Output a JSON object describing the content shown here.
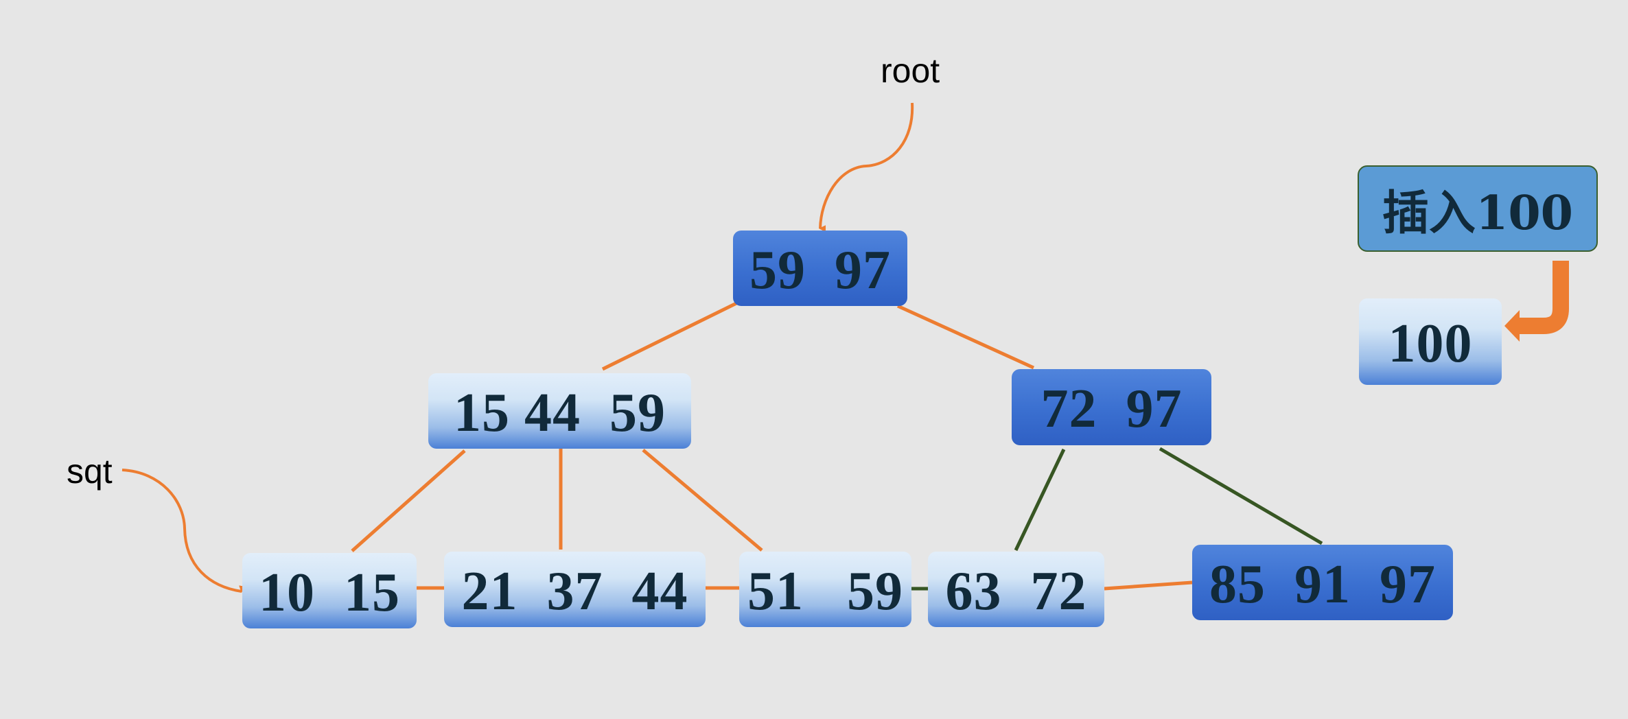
{
  "labels": {
    "root": "root",
    "sqt": "sqt"
  },
  "insert": {
    "label": "插入100",
    "new_node": "100"
  },
  "nodes": {
    "root": "59  97",
    "mid_left": "15 44  59",
    "mid_right": "72  97",
    "leaf_1": "10  15",
    "leaf_2": "21  37  44",
    "leaf_3": "51   59",
    "leaf_4": "63  72",
    "leaf_5": "85  91  97"
  },
  "colors": {
    "background": "#e6e6e6",
    "edge_orange": "#ed7d31",
    "edge_green": "#375623",
    "node_dark": "#3a6fd0",
    "node_light": "#d3e5f6",
    "insert_box": "#5b9bd5",
    "text": "#112a3a"
  }
}
